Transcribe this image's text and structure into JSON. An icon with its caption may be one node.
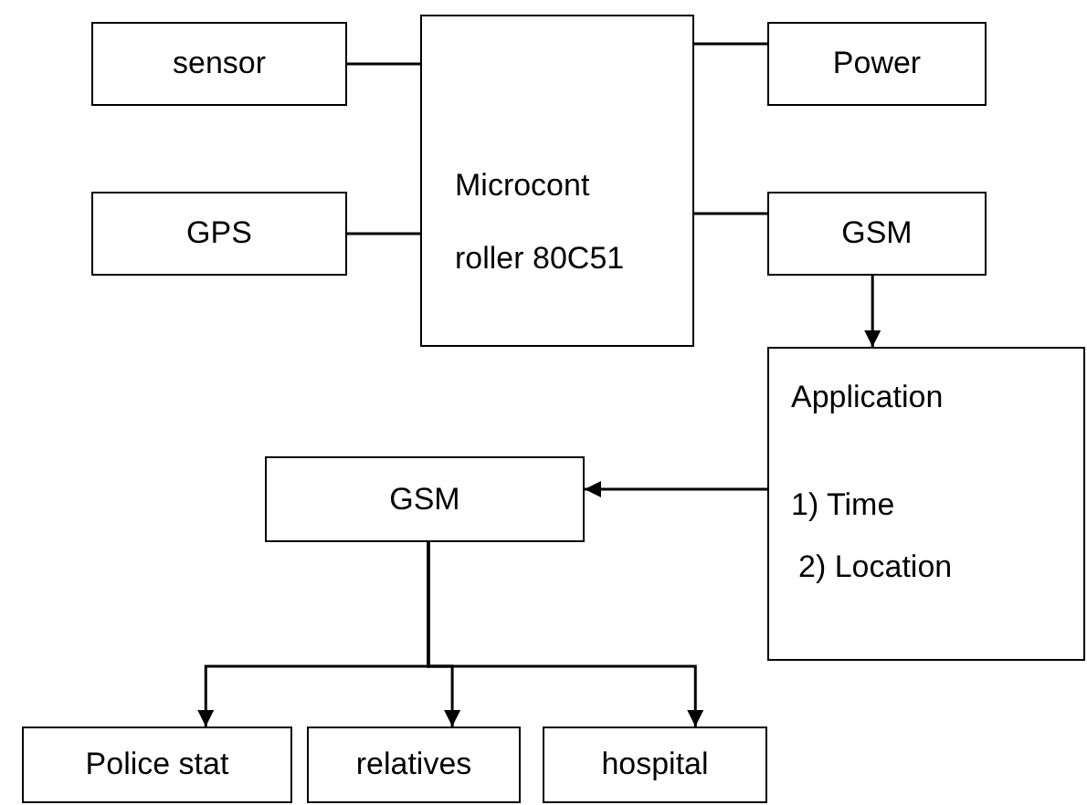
{
  "diagram": {
    "nodes": [
      {
        "text": [
          "sensor"
        ]
      },
      {
        "text": [
          "Microcont roller 80C51"
        ]
      },
      {
        "text": [
          "Power"
        ]
      },
      {
        "text": [
          "GPS"
        ]
      },
      {
        "text": [
          "GSM"
        ]
      },
      {
        "text": [
          "Application",
          "1) Time",
          "2) Location"
        ]
      },
      {
        "text": [
          "GSM"
        ]
      },
      {
        "text": [
          "Police stat"
        ]
      },
      {
        "text": [
          "relatives"
        ]
      },
      {
        "text": [
          "hospital"
        ]
      }
    ],
    "edges": [
      {
        "from": 0,
        "to": 1,
        "arrow": "none"
      },
      {
        "from": 3,
        "to": 1,
        "arrow": "none"
      },
      {
        "from": 1,
        "to": 2,
        "arrow": "none"
      },
      {
        "from": 1,
        "to": 4,
        "arrow": "none"
      },
      {
        "from": 4,
        "to": 5,
        "arrow": "to"
      },
      {
        "from": 5,
        "to": 6,
        "arrow": "to"
      },
      {
        "from": 6,
        "to": 7,
        "arrow": "to"
      },
      {
        "from": 6,
        "to": 8,
        "arrow": "to"
      },
      {
        "from": 6,
        "to": 9,
        "arrow": "to"
      }
    ]
  }
}
